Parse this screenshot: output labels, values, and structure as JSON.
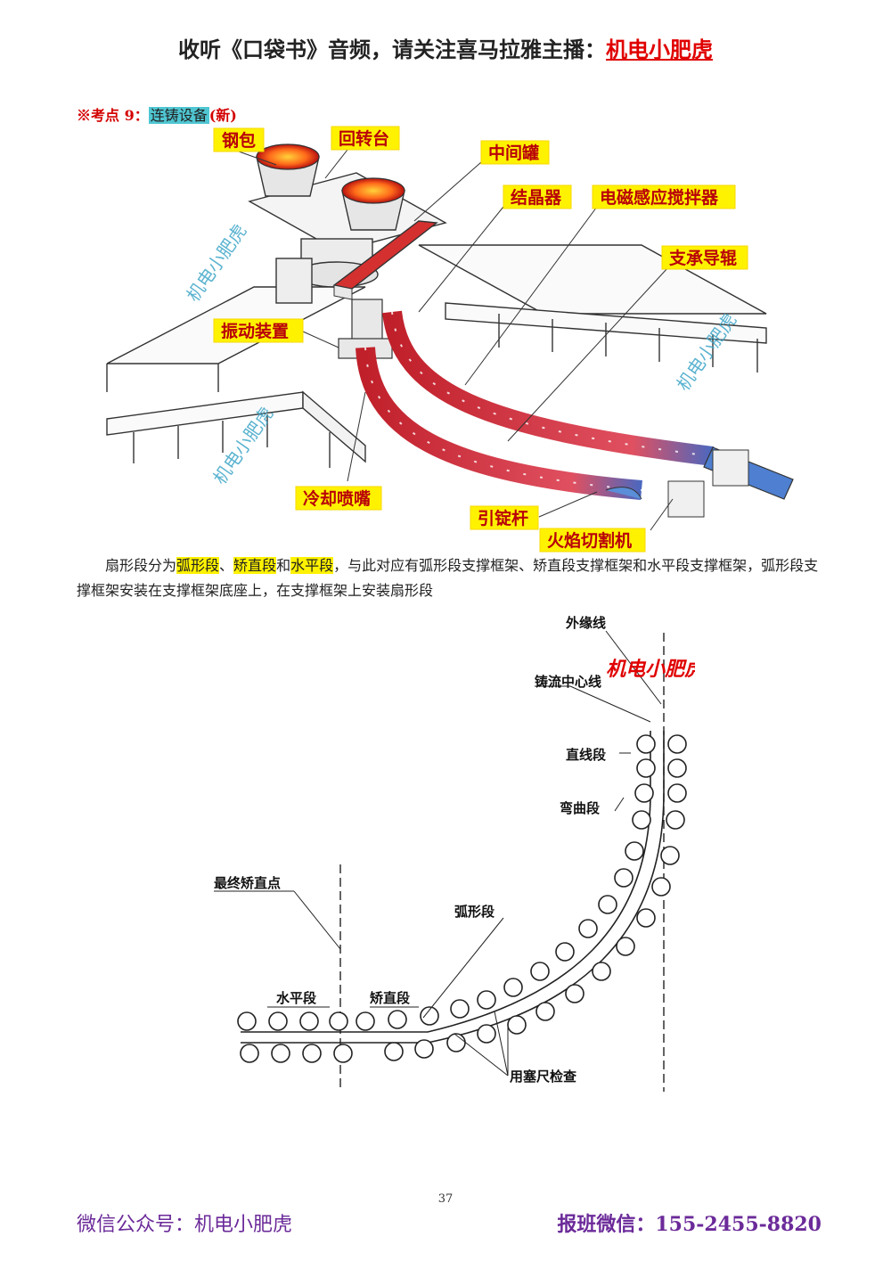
{
  "header": {
    "prefix": "收听《口袋书》音频，请关注喜马拉雅主播：",
    "host": "机电小肥虎"
  },
  "keypoint": {
    "prefix": "※考点 9：",
    "topic": "连铸设备",
    "tag": "(新)"
  },
  "figure1": {
    "labels": {
      "ladle": "钢包",
      "turret": "回转台",
      "tundish": "中间罐",
      "mold": "结晶器",
      "stirrer": "电磁感应搅拌器",
      "support_roll": "支承导辊",
      "oscillator": "振动装置",
      "spray": "冷却喷嘴",
      "dummy_bar": "引锭杆",
      "torch_cutter": "火焰切割机"
    },
    "watermark": "机电小肥虎"
  },
  "paragraph": {
    "p1": "扇形段分为",
    "h1": "弧形段",
    "p2": "、",
    "h2": "矫直段",
    "p3": "和",
    "h3": "水平段",
    "p4": "，与此对应有弧形段支撑框架、矫直段支撑框架和水平段支撑框架，弧形段支撑框架安装在支撑框架底座上，在支撑框架上安装扇形段"
  },
  "figure2": {
    "labels": {
      "outer_edge": "外缘线",
      "center_line": "铸流中心线",
      "straight": "直线段",
      "bending": "弯曲段",
      "arc": "弧形段",
      "final_point": "最终矫直点",
      "horizontal": "水平段",
      "straightening": "矫直段",
      "gauge": "用塞尺检查"
    },
    "watermark": "机电小肥虎"
  },
  "page_number": "37",
  "footer": {
    "left": "微信公众号：机电小肥虎",
    "right": "报班微信：155-2455-8820"
  }
}
